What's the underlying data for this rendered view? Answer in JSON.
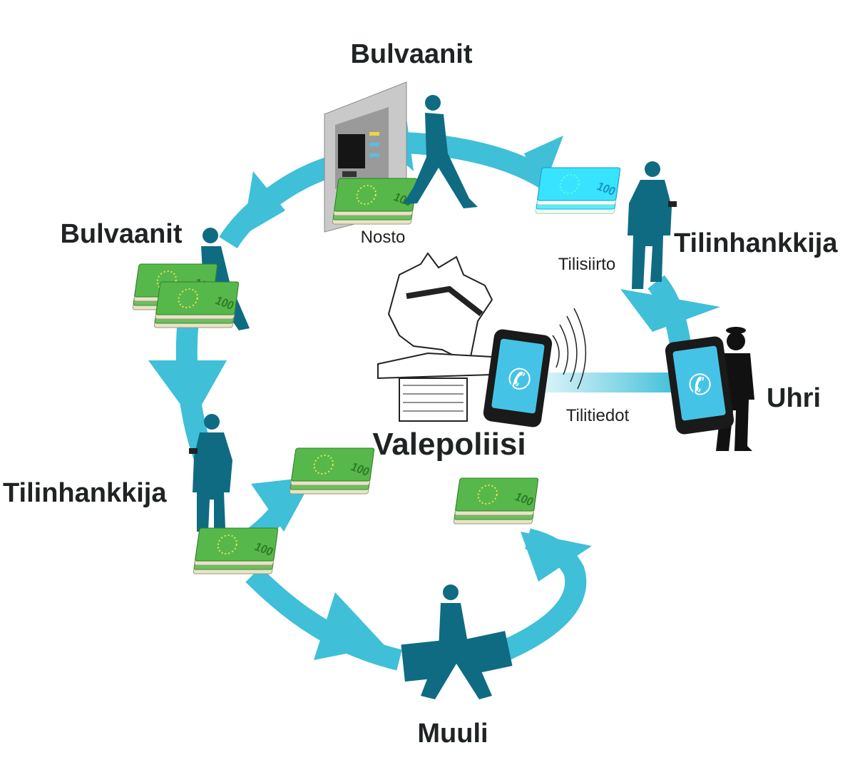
{
  "labels": {
    "bulvaanit_top": "Bulvaanit",
    "bulvaanit_left": "Bulvaanit",
    "tilinhankkija_right": "Tilinhankkija",
    "tilinhankkija_left": "Tilinhankkija",
    "uhri": "Uhri",
    "valepoliisi": "Valepoliisi",
    "muuli": "Muuli",
    "nosto": "Nosto",
    "tilisiirto": "Tilisiirto",
    "tilitiedot": "Tilitiedot"
  },
  "banknote_value": "100",
  "colors": {
    "arrow": "#3fbfd8",
    "figure": "#0f6b82",
    "victim": "#111111",
    "money": "#4fb848",
    "phone_screen": "#45c3e6",
    "atm": "#c8c8c8"
  },
  "icons": [
    "atm-icon",
    "phone-icon",
    "banknote-icon",
    "person-icon",
    "briefcase-icon",
    "lion-statue-icon",
    "signal-waves-icon"
  ]
}
